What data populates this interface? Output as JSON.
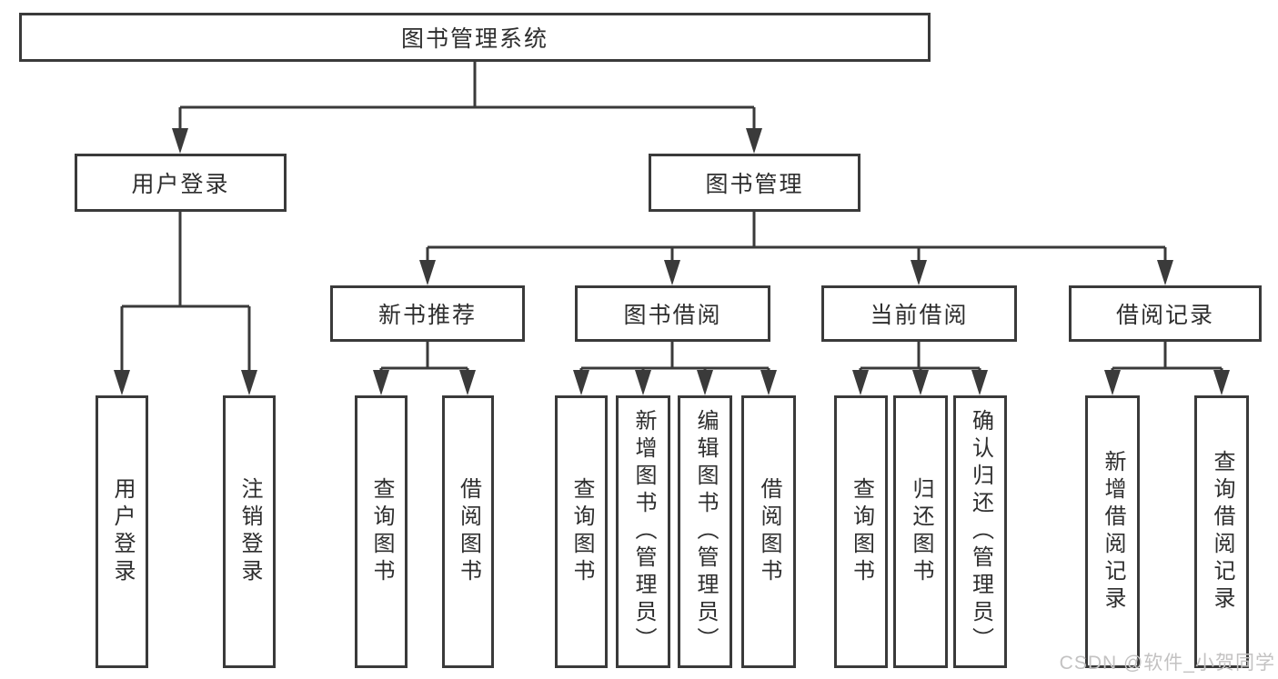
{
  "tree": {
    "label": "图书管理系统",
    "children": [
      {
        "label": "用户登录",
        "children": [
          {
            "label": "用户登录"
          },
          {
            "label": "注销登录"
          }
        ]
      },
      {
        "label": "图书管理",
        "children": [
          {
            "label": "新书推荐",
            "children": [
              {
                "label": "查询图书"
              },
              {
                "label": "借阅图书"
              }
            ]
          },
          {
            "label": "图书借阅",
            "children": [
              {
                "label": "查询图书"
              },
              {
                "label": "新增图书（管理员）"
              },
              {
                "label": "编辑图书（管理员）"
              },
              {
                "label": "借阅图书"
              }
            ]
          },
          {
            "label": "当前借阅",
            "children": [
              {
                "label": "查询图书"
              },
              {
                "label": "归还图书"
              },
              {
                "label": "确认归还（管理员）"
              }
            ]
          },
          {
            "label": "借阅记录",
            "children": [
              {
                "label": "新增借阅记录"
              },
              {
                "label": "查询借阅记录"
              }
            ]
          }
        ]
      }
    ]
  },
  "watermark": {
    "text": "CSDN @软件_小贺同学"
  },
  "colors": {
    "line": "#3a3a3a",
    "text": "#2e2e2e",
    "watermark": "#c3c2c2",
    "background": "#ffffff"
  }
}
